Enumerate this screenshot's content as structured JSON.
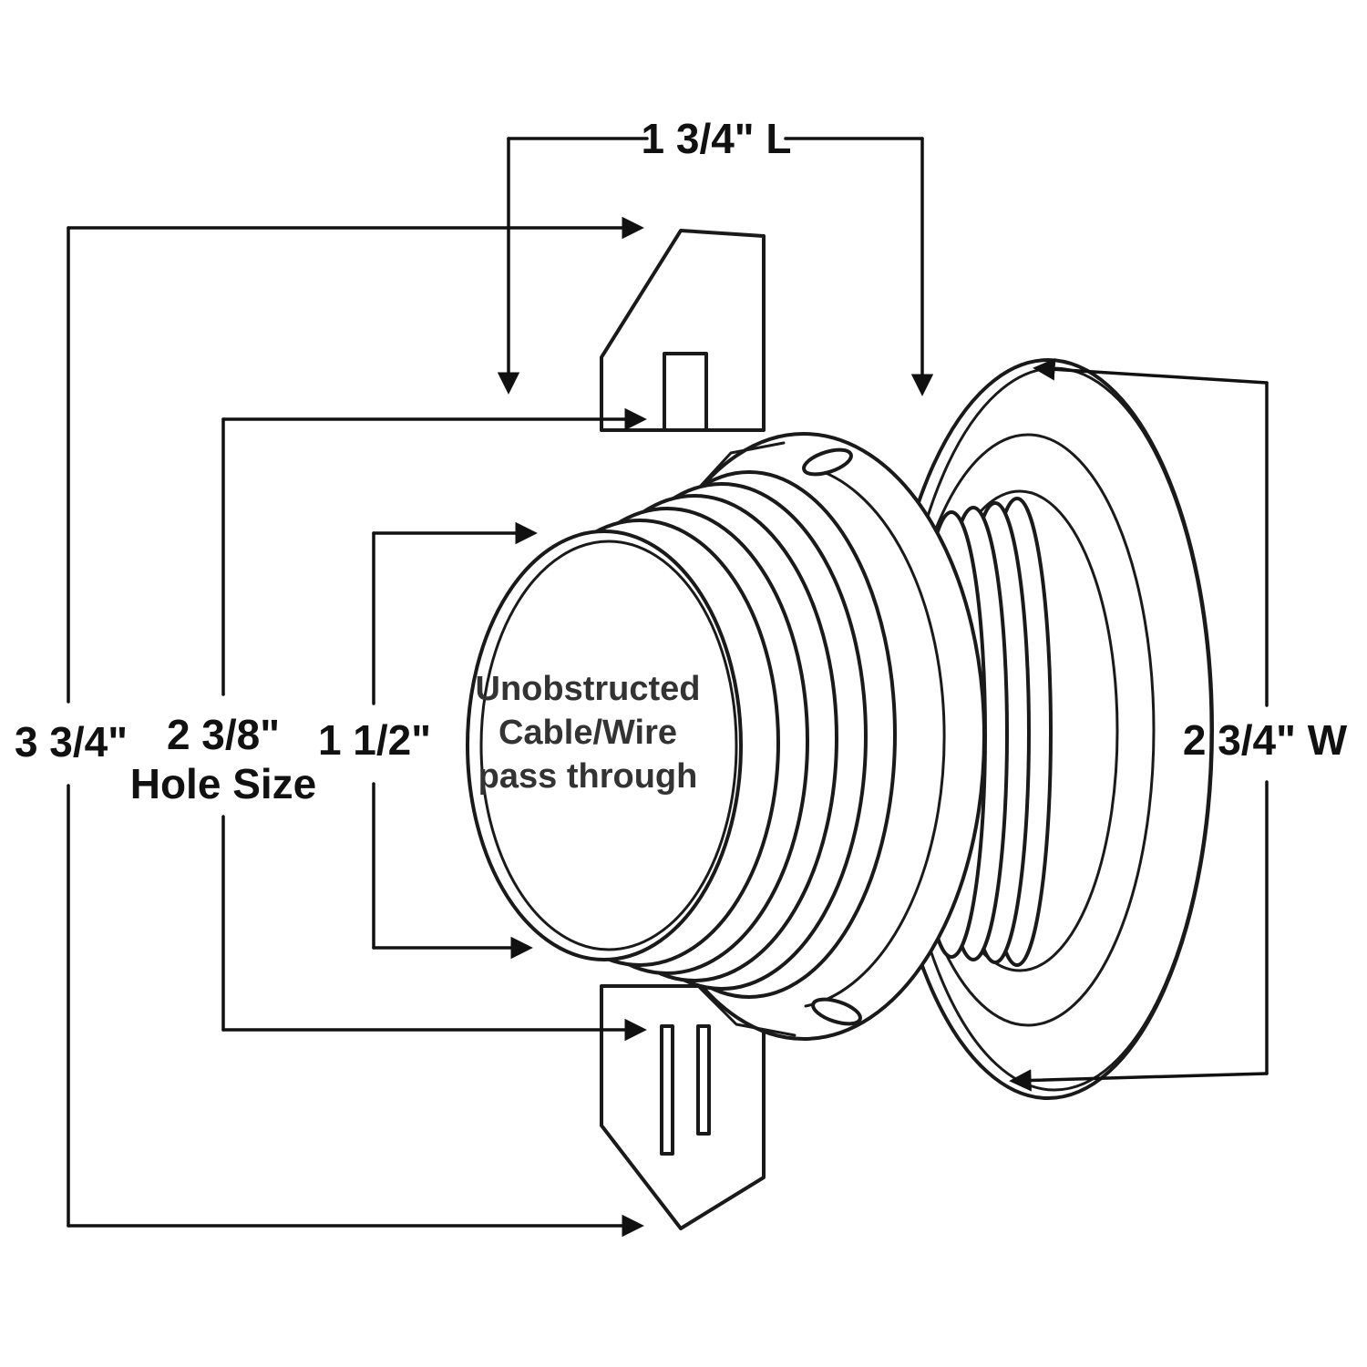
{
  "diagram": {
    "title": "cable pass-through grommet dimension drawing",
    "dimensions": {
      "length": "1 3/4\" L",
      "overall_depth": "3 3/4\"",
      "hole_size_value": "2 3/8\"",
      "hole_size_label": "Hole Size",
      "inner_diameter": "1 1/2\"",
      "width": "2 3/4\" W"
    },
    "center_label": {
      "line1": "Unobstructed",
      "line2": "Cable/Wire",
      "line3": "pass through"
    },
    "colors": {
      "line": "#1a1a1a",
      "text": "#111111",
      "background": "#ffffff"
    }
  }
}
